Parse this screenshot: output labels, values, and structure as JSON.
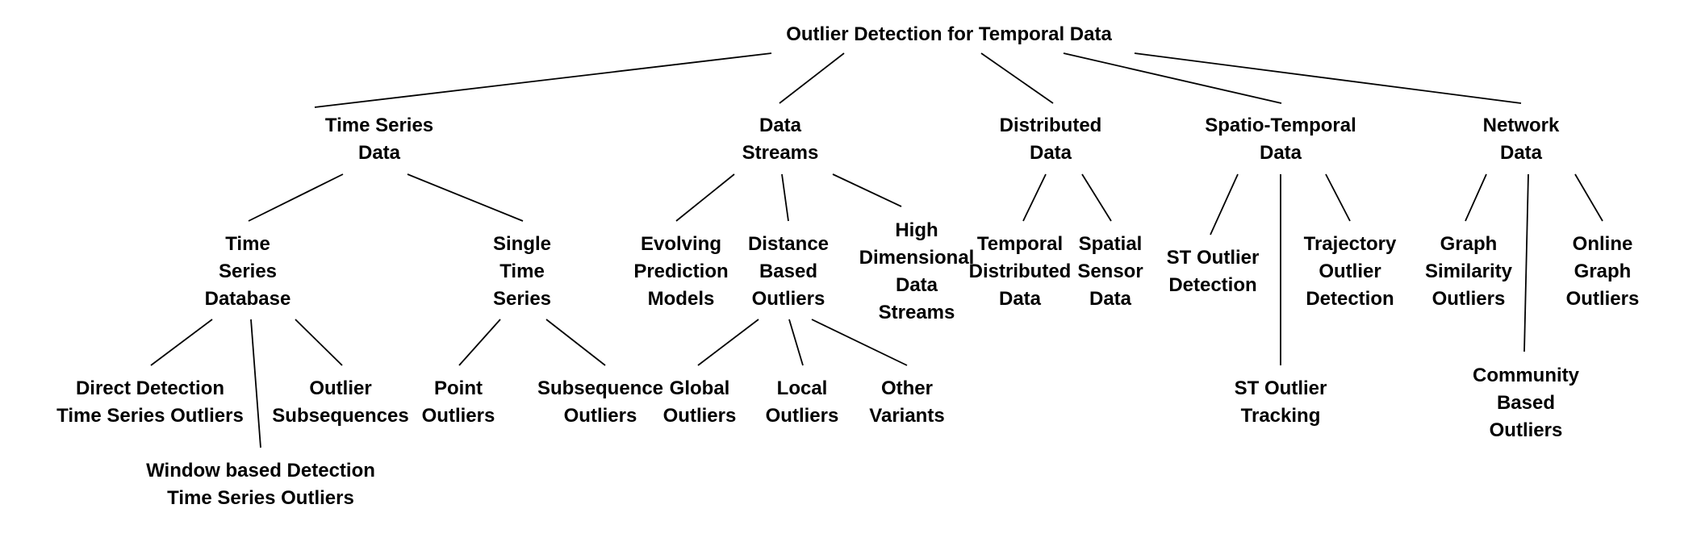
{
  "nodes": {
    "root": [
      "Outlier Detection for Temporal Data"
    ],
    "time_series_data": [
      "Time Series",
      "Data"
    ],
    "data_streams": [
      "Data",
      "Streams"
    ],
    "distributed_data": [
      "Distributed",
      "Data"
    ],
    "spatio_temporal_data": [
      "Spatio-Temporal",
      "Data"
    ],
    "network_data": [
      "Network",
      "Data"
    ],
    "time_series_database": [
      "Time",
      "Series",
      "Database"
    ],
    "single_time_series": [
      "Single",
      "Time",
      "Series"
    ],
    "evolving_prediction_models": [
      "Evolving",
      "Prediction",
      "Models"
    ],
    "distance_based_outliers": [
      "Distance",
      "Based",
      "Outliers"
    ],
    "high_dimensional_data_streams": [
      "High",
      "Dimensional",
      "Data",
      "Streams"
    ],
    "temporal_distributed_data": [
      "Temporal",
      "Distributed",
      "Data"
    ],
    "spatial_sensor_data": [
      "Spatial",
      "Sensor",
      "Data"
    ],
    "st_outlier_detection": [
      "ST Outlier",
      "Detection"
    ],
    "st_outlier_tracking": [
      "ST Outlier",
      "Tracking"
    ],
    "trajectory_outlier_detection": [
      "Trajectory",
      "Outlier",
      "Detection"
    ],
    "graph_similarity_outliers": [
      "Graph",
      "Similarity",
      "Outliers"
    ],
    "community_based_outliers": [
      "Community",
      "Based",
      "Outliers"
    ],
    "online_graph_outliers": [
      "Online",
      "Graph",
      "Outliers"
    ],
    "direct_detection": [
      "Direct Detection",
      "Time Series Outliers"
    ],
    "window_based_detection": [
      "Window based Detection",
      "Time Series Outliers"
    ],
    "outlier_subsequences": [
      "Outlier",
      "Subsequences"
    ],
    "point_outliers": [
      "Point",
      "Outliers"
    ],
    "subsequence_outliers": [
      "Subsequence",
      "Outliers"
    ],
    "global_outliers": [
      "Global",
      "Outliers"
    ],
    "local_outliers": [
      "Local",
      "Outliers"
    ],
    "other_variants": [
      "Other",
      "Variants"
    ]
  }
}
